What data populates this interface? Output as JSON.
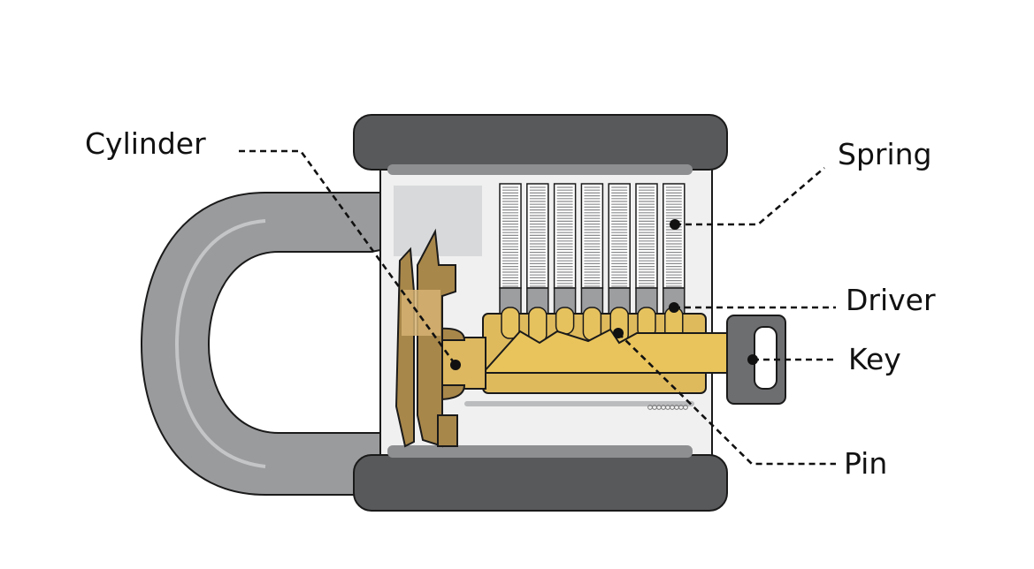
{
  "title": "Padlock cutaway diagram",
  "labels": {
    "cylinder": "Cylinder",
    "spring": "Spring",
    "driver": "Driver",
    "key": "Key",
    "pin": "Pin"
  },
  "colors": {
    "shackle": "#9a9b9d",
    "body_caps": "#58595b",
    "body": "#f0f0f0",
    "plug": "#e0bb5e",
    "key_blade": "#e9c45c",
    "key_bow": "#6d6e70",
    "cam": "#a8874a",
    "driver_pins": "#9d9ea0"
  },
  "pin_stacks": 7
}
